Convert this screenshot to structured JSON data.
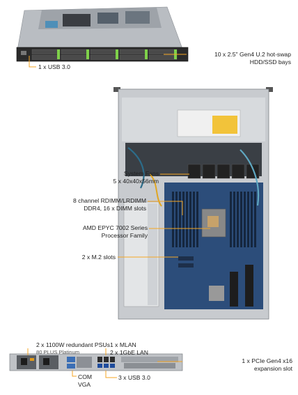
{
  "colors": {
    "accent": "#f5a623",
    "chassis": "#cfd2d6",
    "board": "#2c4d7a",
    "dark": "#2b2b2b"
  },
  "front": {
    "usb_label": "1 x USB 3.0",
    "bays_label_line1": "10 x 2.5\" Gen4 U.2  hot-swap",
    "bays_label_line2": "HDD/SSD bays"
  },
  "top": {
    "fans_line1": "System Fans",
    "fans_line2": "5 x 40x40x56mm",
    "dimm_line1": "8 channel RDIMM/LRDIMM",
    "dimm_line2": "DDR4, 16 x DIMM slots",
    "cpu_line1": "AMD EPYC 7002 Series",
    "cpu_line2": "Processor Family",
    "m2_label": "2 x M.2 slots"
  },
  "rear": {
    "psu_line1": "2 x 1100W redundant PSUs",
    "psu_line2": "80 PLUS Platinum",
    "com_label": "COM",
    "vga_label": "VGA",
    "mlan_line1": "1 x MLAN",
    "mlan_line2": "2 x 1GbE LAN",
    "usb_label": "3 x USB 3.0",
    "pcie_line1": "1 x PCIe Gen4 x16",
    "pcie_line2": "expansion slot"
  }
}
